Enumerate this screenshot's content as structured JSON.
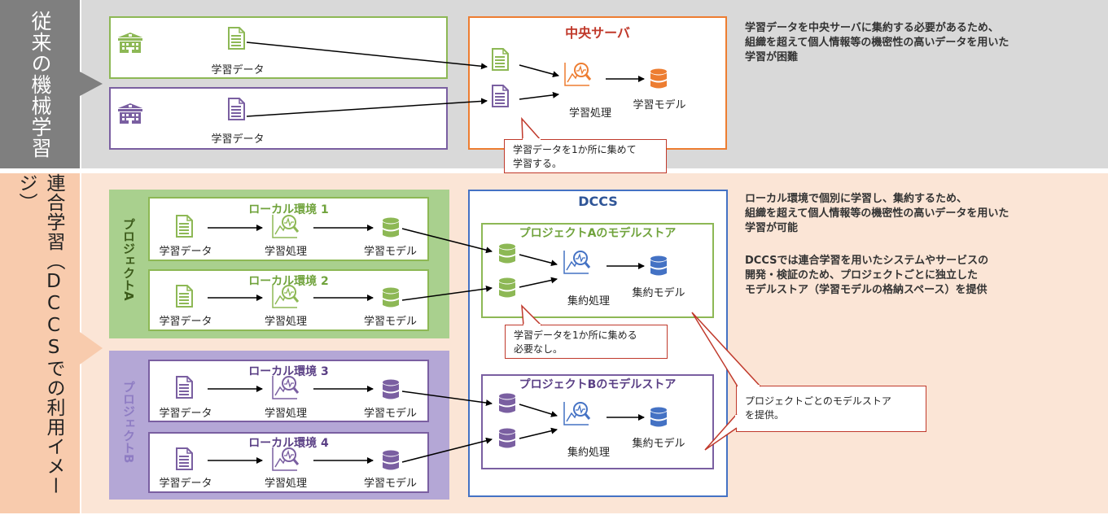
{
  "side_labels": {
    "top": "従来の機械学習",
    "bottom": "連合学習（DCCSでの利用イメージ）"
  },
  "top": {
    "learning_data_label": "学習データ",
    "central_server_title": "中央サーバ",
    "processing_label": "学習処理",
    "model_label": "学習モデル",
    "callout": [
      "学習データを1か所に集めて",
      "学習する。"
    ],
    "explanation": [
      "学習データを中央サーバに集約する必要があるため、",
      "組織を超えて個人情報等の機密性の高いデータを用いた",
      "学習が困難"
    ]
  },
  "bottom": {
    "project_a_label": "プロジェクトA",
    "project_b_label": "プロジェクトB",
    "local_envs": [
      "ローカル環境 1",
      "ローカル環境 2",
      "ローカル環境 3",
      "ローカル環境 4"
    ],
    "learning_data_label": "学習データ",
    "processing_label": "学習処理",
    "model_label": "学習モデル",
    "dccs_title": "DCCS",
    "store_a_title": "プロジェクトAのモデルストア",
    "store_b_title": "プロジェクトBのモデルストア",
    "aggregate_label": "集約処理",
    "aggregate_model_label": "集約モデル",
    "callout_1": [
      "学習データを1か所に集める",
      "必要なし。"
    ],
    "callout_2": [
      "プロジェクトごとのモデルストア",
      "を提供。"
    ],
    "explanation_1": [
      "ローカル環境で個別に学習し、集約するため、",
      "組織を超えて個人情報等の機密性の高いデータを用いた",
      "学習が可能"
    ],
    "explanation_2": [
      "DCCSでは連合学習を用いたシステムやサービスの",
      "開発・検証のため、プロジェクトごとに独立した",
      "モデルストア（学習モデルの格納スペース）を提供"
    ]
  },
  "colors": {
    "green": "#8db855",
    "purple": "#7a5fa1",
    "orange": "#ed7d31",
    "blue": "#4472c4",
    "red": "#c0392b"
  }
}
